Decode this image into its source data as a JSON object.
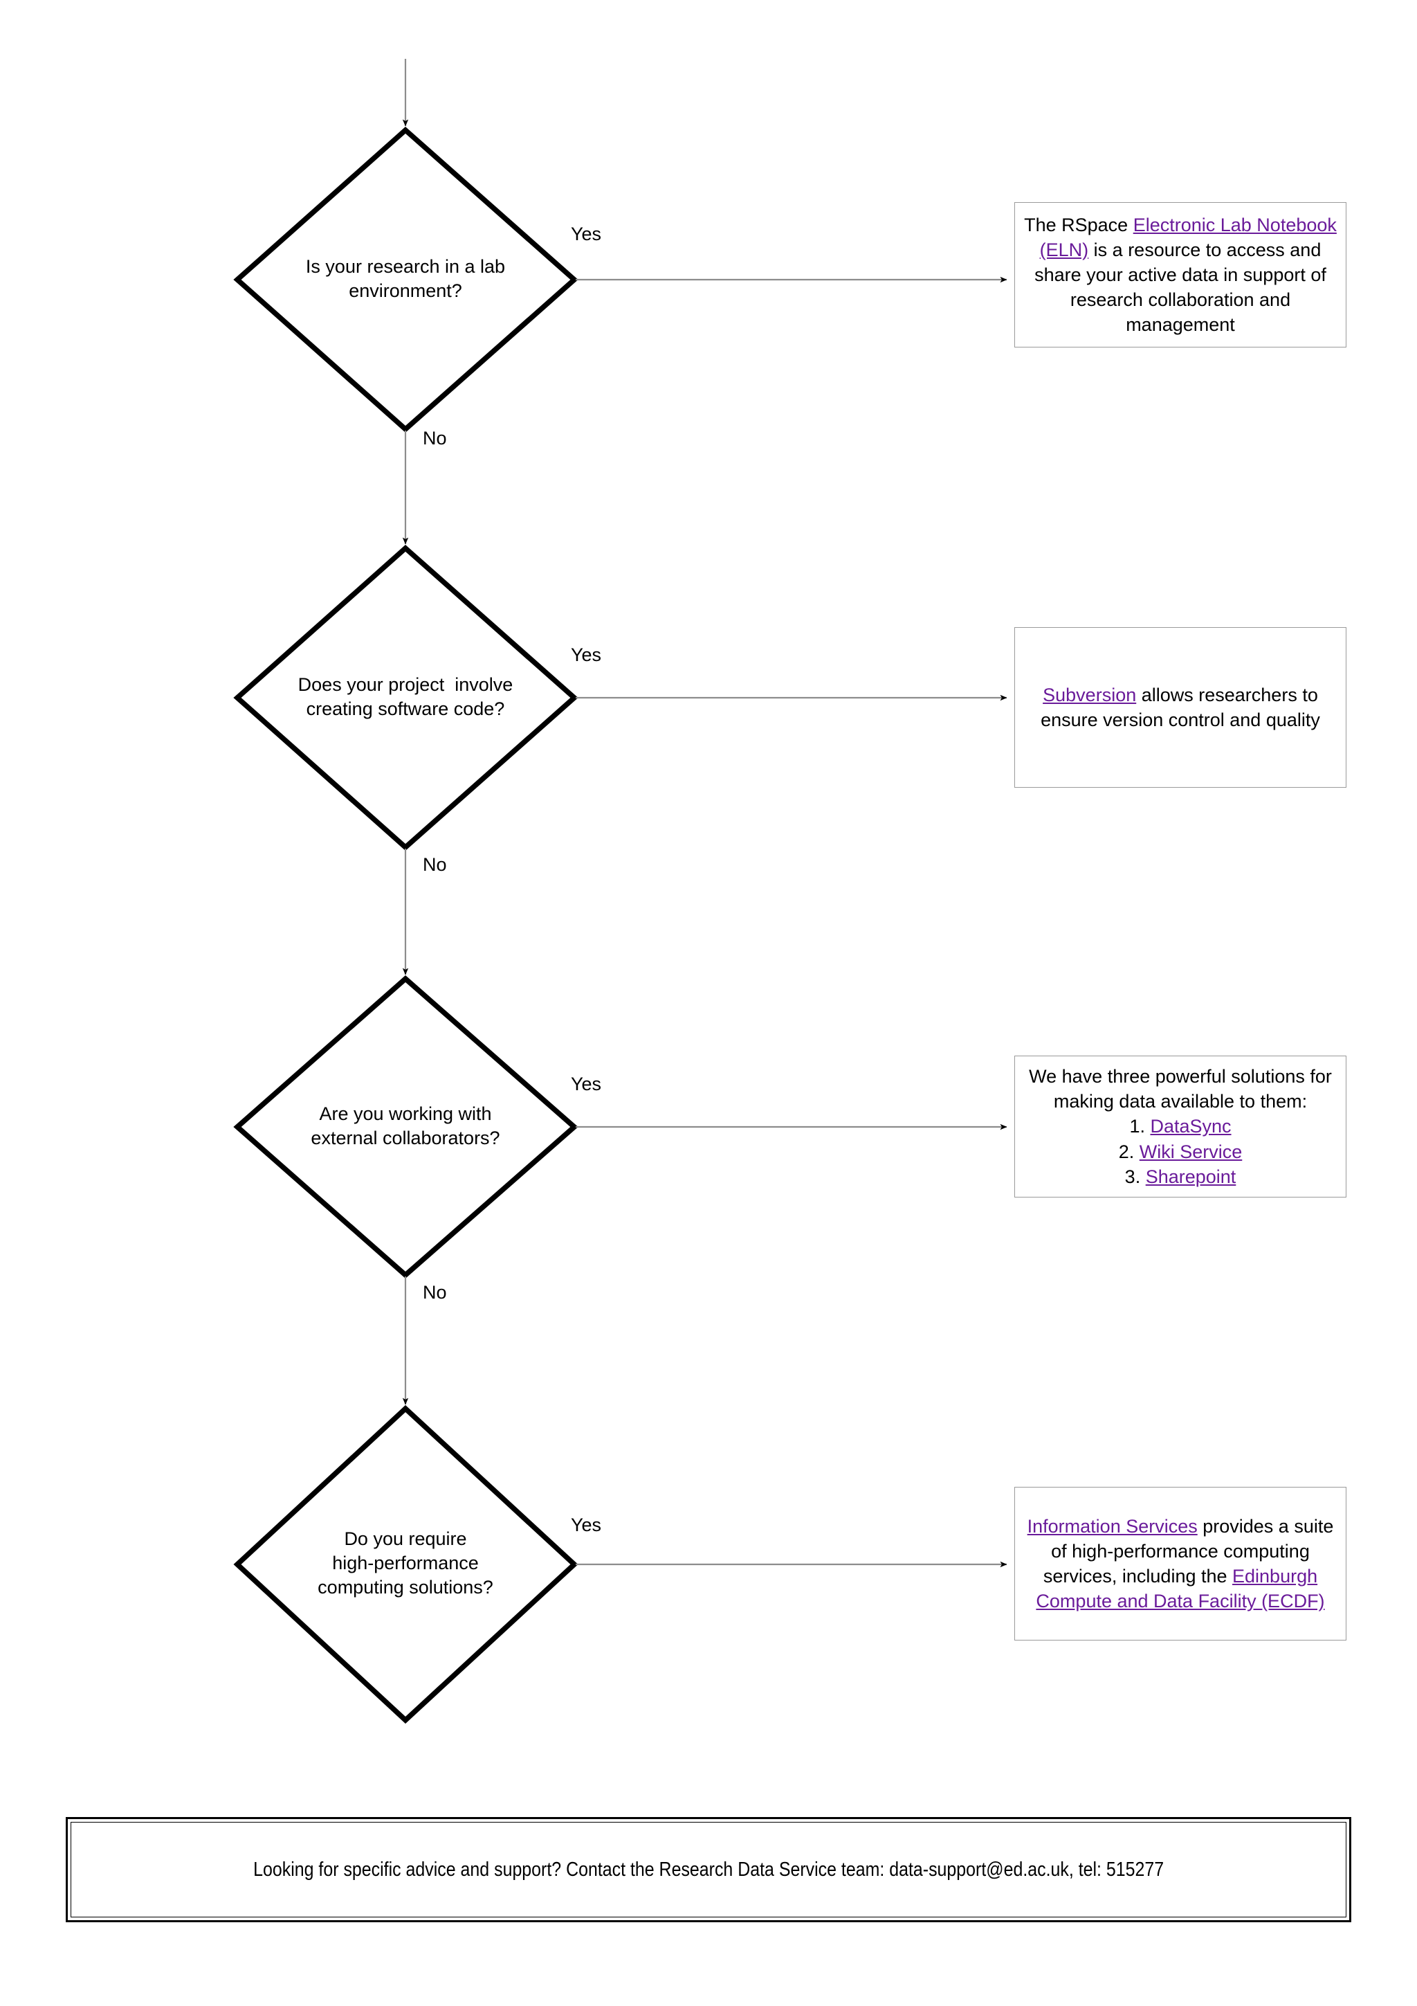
{
  "title": "Research Data Service decision flowchart",
  "colors": {
    "link": "#6a1b9a",
    "shape_stroke": "#000000",
    "connector": "#8c8c8c",
    "box_border": "#9a9a9a",
    "background": "#ffffff"
  },
  "entry": {
    "name": "incoming-arrow"
  },
  "decisions": [
    {
      "id": "lab-environment",
      "question": "Is your research in a lab\nenvironment?",
      "yes_label": "Yes",
      "no_label": "No"
    },
    {
      "id": "software-code",
      "question": "Does your project  involve\ncreating software code?",
      "yes_label": "Yes",
      "no_label": "No"
    },
    {
      "id": "external-collaborators",
      "question": "Are you working with\nexternal collaborators?",
      "yes_label": "Yes",
      "no_label": "No"
    },
    {
      "id": "high-performance-computing",
      "question": "Do you require\nhigh-performance\ncomputing solutions?",
      "yes_label": "Yes",
      "no_label": ""
    }
  ],
  "outcomes": [
    {
      "id": "rspace-eln",
      "segments": [
        {
          "text": "The RSpace ",
          "link": false
        },
        {
          "text": "Electronic Lab Notebook (ELN)",
          "link": true
        },
        {
          "text": " is a resource to access and share your active data in support of research collaboration and management",
          "link": false
        }
      ],
      "plain": "The RSpace Electronic Lab Notebook (ELN) is a resource to access and share your active data in support of research collaboration and management"
    },
    {
      "id": "subversion",
      "segments": [
        {
          "text": "Subversion",
          "link": true
        },
        {
          "text": " allows researchers to ensure version control and quality",
          "link": false
        }
      ],
      "plain": "Subversion allows researchers to ensure version control and quality"
    },
    {
      "id": "collaboration-solutions",
      "intro": "We have three powerful solutions for making data available to them:",
      "list": [
        {
          "number": "1.",
          "label": "DataSync"
        },
        {
          "number": "2.",
          "label": "Wiki Service"
        },
        {
          "number": "3.",
          "label": "Sharepoint"
        }
      ],
      "plain": "We have three powerful solutions for making data available to them: 1. DataSync 2. Wiki Service 3. Sharepoint"
    },
    {
      "id": "information-services-hpc",
      "segments": [
        {
          "text": "Information Services",
          "link": true
        },
        {
          "text": " provides a suite of high-performance computing services, including the ",
          "link": false
        },
        {
          "text": "Edinburgh Compute and Data Facility (ECDF)",
          "link": true
        }
      ],
      "plain": "Information Services provides a suite of high-performance computing services, including the Edinburgh Compute and Data Facility (ECDF)"
    }
  ],
  "footer": {
    "text": "Looking for specific advice and support? Contact the Research Data Service team: data-support@ed.ac.uk, tel: 515277"
  }
}
